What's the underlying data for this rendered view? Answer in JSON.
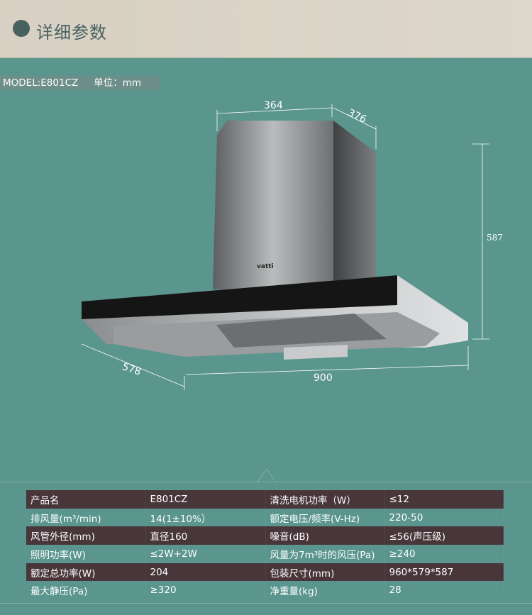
{
  "header": {
    "title": "详细参数"
  },
  "model": {
    "label": "MODEL:E801CZ",
    "unit": "单位：mm"
  },
  "product": {
    "brand": "vatti"
  },
  "dimensions": {
    "top_width": "364",
    "top_depth": "376",
    "height": "587",
    "depth": "578",
    "width": "900"
  },
  "specs": [
    [
      "产品名",
      "E801CZ",
      "清洗电机功率（W）",
      "≤12"
    ],
    [
      "排风量(m³/min)",
      "14(1±10%）",
      "额定电压/频率(V-Hz)",
      "220-50"
    ],
    [
      "风管外径(mm)",
      "直径160",
      "噪音(dB)",
      "≤56(声压级)"
    ],
    [
      "照明功率(W)",
      "≤2W+2W",
      "风量为7m³时的风压(Pa)",
      "≥240"
    ],
    [
      "额定总功率(W)",
      "204",
      "包装尺寸(mm)",
      "960*579*587"
    ],
    [
      "最大静压(Pa)",
      "≥320",
      "净重量(kg)",
      "28"
    ]
  ],
  "colors": {
    "background": "#5a958e",
    "header": "#d9d3c6",
    "row_dark": "#48363a",
    "accent": "#47615f"
  }
}
